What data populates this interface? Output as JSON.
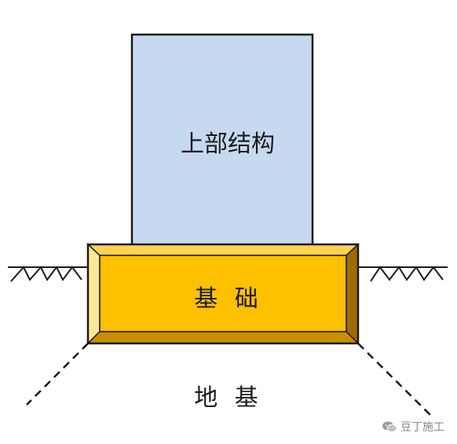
{
  "diagram": {
    "superstructure_label": "上部结构",
    "foundation_label": "基 础",
    "subgrade_label": "地 基"
  },
  "watermark": {
    "text": "豆丁施工",
    "icon": "wechat-icon"
  },
  "colors": {
    "superstructure_fill": "#c6d9f0",
    "foundation_fill": "#ffc000",
    "foundation_bevel_light": "#ffe699",
    "foundation_bevel_dark": "#9c6d00",
    "foundation_bevel_bottom": "#c78f00",
    "outline": "#1a1a1a"
  }
}
